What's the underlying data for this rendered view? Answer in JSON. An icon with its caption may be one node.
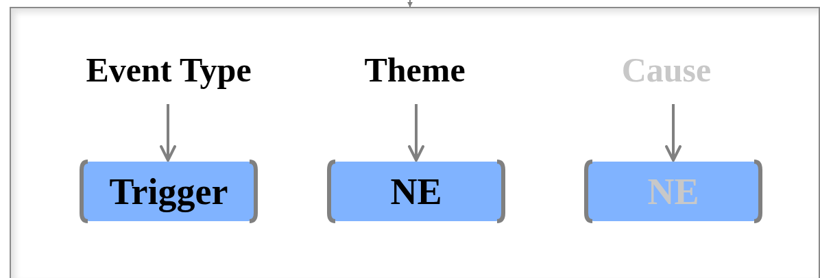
{
  "diagram": {
    "nodes": [
      {
        "text": [],
        "shape": "box"
      },
      {
        "text": [
          "Event Type"
        ],
        "in": 0
      },
      {
        "text": [
          "Theme"
        ],
        "in": 0
      },
      {
        "text": [
          "Cause"
        ],
        "in": 0
      },
      {
        "text": [
          "Trigger"
        ],
        "in": 0
      },
      {
        "text": [
          "NE"
        ],
        "in": 0
      },
      {
        "text": [
          "NE"
        ],
        "in": 0
      }
    ],
    "edges": [
      {
        "from": null,
        "to": 0,
        "arrow": "to"
      },
      {
        "from": 1,
        "to": 4,
        "arrow": "to"
      },
      {
        "from": 2,
        "to": 5,
        "arrow": "to"
      },
      {
        "from": 3,
        "to": 6,
        "arrow": "to"
      }
    ]
  }
}
